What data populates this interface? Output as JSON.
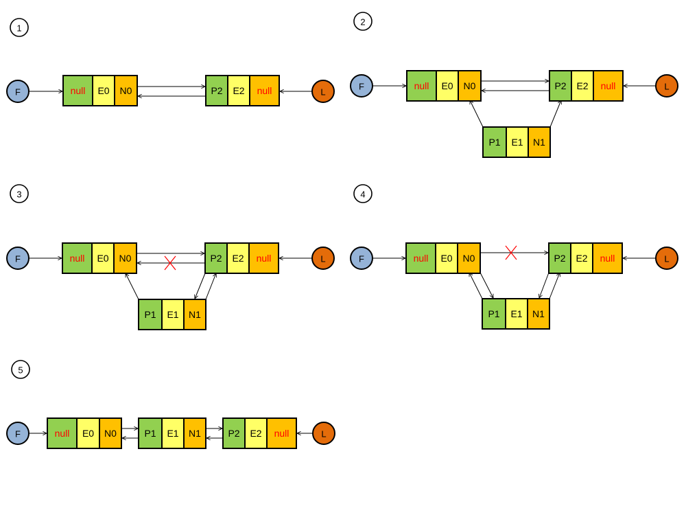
{
  "colors": {
    "prev_cell": "#92D050",
    "elem_cell": "#FFFF66",
    "next_cell": "#FFC000",
    "first_pointer": "#95B3D7",
    "last_pointer": "#E46C0A",
    "null_text": "#FF0000",
    "text": "#000000",
    "cross": "#FF0000"
  },
  "pointers": {
    "first": "F",
    "last": "L"
  },
  "panels": [
    {
      "step": "1",
      "nodes": [
        {
          "id": "A",
          "cells": [
            "null",
            "E0",
            "N0"
          ]
        },
        {
          "id": "B",
          "cells": [
            "P2",
            "E2",
            "null"
          ]
        }
      ]
    },
    {
      "step": "2",
      "nodes": [
        {
          "id": "A",
          "cells": [
            "null",
            "E0",
            "N0"
          ]
        },
        {
          "id": "B",
          "cells": [
            "P2",
            "E2",
            "null"
          ]
        },
        {
          "id": "M",
          "cells": [
            "P1",
            "E1",
            "N1"
          ]
        }
      ]
    },
    {
      "step": "3",
      "nodes": [
        {
          "id": "A",
          "cells": [
            "null",
            "E0",
            "N0"
          ]
        },
        {
          "id": "B",
          "cells": [
            "P2",
            "E2",
            "null"
          ]
        },
        {
          "id": "M",
          "cells": [
            "P1",
            "E1",
            "N1"
          ]
        }
      ]
    },
    {
      "step": "4",
      "nodes": [
        {
          "id": "A",
          "cells": [
            "null",
            "E0",
            "N0"
          ]
        },
        {
          "id": "B",
          "cells": [
            "P2",
            "E2",
            "null"
          ]
        },
        {
          "id": "M",
          "cells": [
            "P1",
            "E1",
            "N1"
          ]
        }
      ]
    },
    {
      "step": "5",
      "nodes": [
        {
          "id": "A",
          "cells": [
            "null",
            "E0",
            "N0"
          ]
        },
        {
          "id": "M",
          "cells": [
            "P1",
            "E1",
            "N1"
          ]
        },
        {
          "id": "B",
          "cells": [
            "P2",
            "E2",
            "null"
          ]
        }
      ]
    }
  ]
}
